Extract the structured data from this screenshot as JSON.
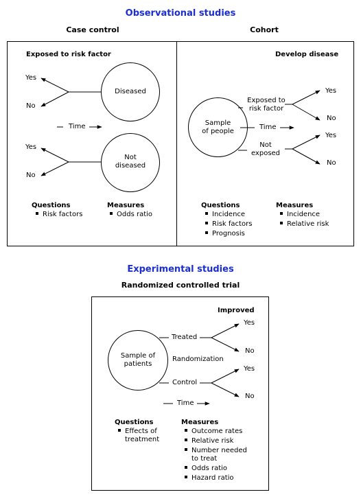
{
  "observational": {
    "title": "Observational studies",
    "case_control": {
      "title": "Case control",
      "header": "Exposed to risk factor",
      "top": {
        "yes": "Yes",
        "no": "No",
        "circle": "Diseased"
      },
      "time": "Time",
      "bottom": {
        "yes": "Yes",
        "no": "No",
        "circle_line1": "Not",
        "circle_line2": "diseased"
      },
      "questions_title": "Questions",
      "questions": [
        "Risk factors"
      ],
      "measures_title": "Measures",
      "measures": [
        "Odds ratio"
      ]
    },
    "cohort": {
      "title": "Cohort",
      "header": "Develop disease",
      "circle_line1": "Sample",
      "circle_line2": "of people",
      "exposed_line1": "Exposed to",
      "exposed_line2": "risk factor",
      "not_exposed_line1": "Not",
      "not_exposed_line2": "exposed",
      "time": "Time",
      "top": {
        "yes": "Yes",
        "no": "No"
      },
      "bottom": {
        "yes": "Yes",
        "no": "No"
      },
      "questions_title": "Questions",
      "questions": [
        "Incidence",
        "Risk factors",
        "Prognosis"
      ],
      "measures_title": "Measures",
      "measures": [
        "Incidence",
        "Relative risk"
      ]
    }
  },
  "experimental": {
    "title": "Experimental studies",
    "rct": {
      "title": "Randomized controlled trial",
      "header": "Improved",
      "circle_line1": "Sample of",
      "circle_line2": "patients",
      "randomization": "Randomization",
      "treated": "Treated",
      "control": "Control",
      "time": "Time",
      "top": {
        "yes": "Yes",
        "no": "No"
      },
      "bottom": {
        "yes": "Yes",
        "no": "No"
      },
      "questions_title": "Questions",
      "questions_line1": "Effects of",
      "questions_line2": "treatment",
      "measures_title": "Measures",
      "measures": [
        "Outcome rates",
        "Relative risk"
      ],
      "measure_nnt_line1": "Number needed",
      "measure_nnt_line2": "to treat",
      "measures_after": [
        "Odds ratio",
        "Hazard ratio"
      ]
    }
  }
}
